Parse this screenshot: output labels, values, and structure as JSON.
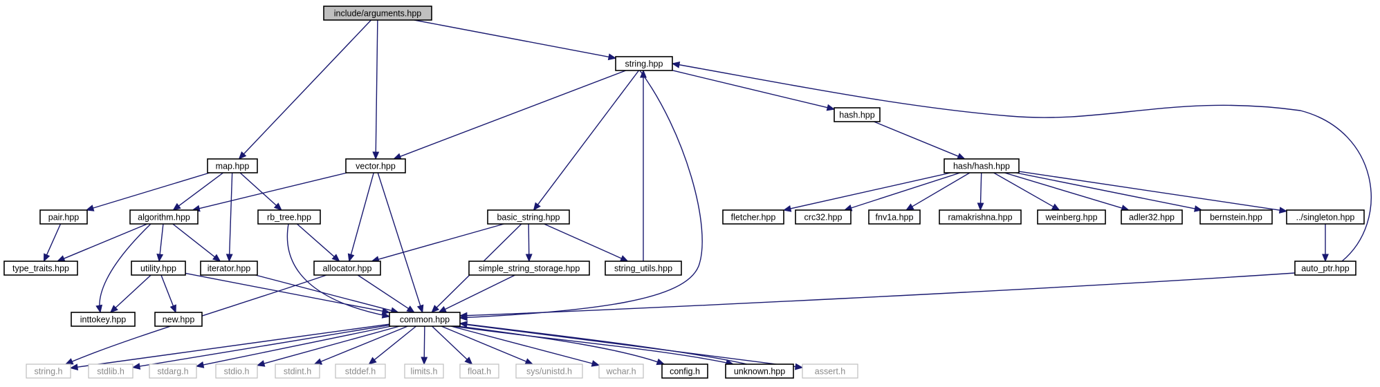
{
  "diagram": {
    "nodes": [
      {
        "id": "root",
        "label": "include/arguments.hpp",
        "kind": "root"
      },
      {
        "id": "string_hpp",
        "label": "string.hpp",
        "kind": "local"
      },
      {
        "id": "hash_hpp",
        "label": "hash.hpp",
        "kind": "local"
      },
      {
        "id": "hashhash",
        "label": "hash/hash.hpp",
        "kind": "local"
      },
      {
        "id": "map_hpp",
        "label": "map.hpp",
        "kind": "local"
      },
      {
        "id": "vector_hpp",
        "label": "vector.hpp",
        "kind": "local"
      },
      {
        "id": "pair_hpp",
        "label": "pair.hpp",
        "kind": "local"
      },
      {
        "id": "algorithm_hpp",
        "label": "algorithm.hpp",
        "kind": "local"
      },
      {
        "id": "rb_tree_hpp",
        "label": "rb_tree.hpp",
        "kind": "local"
      },
      {
        "id": "basic_string_hpp",
        "label": "basic_string.hpp",
        "kind": "local"
      },
      {
        "id": "fletcher_hpp",
        "label": "fletcher.hpp",
        "kind": "local"
      },
      {
        "id": "crc32_hpp",
        "label": "crc32.hpp",
        "kind": "local"
      },
      {
        "id": "fnv1a_hpp",
        "label": "fnv1a.hpp",
        "kind": "local"
      },
      {
        "id": "ramakrishna_hpp",
        "label": "ramakrishna.hpp",
        "kind": "local"
      },
      {
        "id": "weinberg_hpp",
        "label": "weinberg.hpp",
        "kind": "local"
      },
      {
        "id": "adler32_hpp",
        "label": "adler32.hpp",
        "kind": "local"
      },
      {
        "id": "bernstein_hpp",
        "label": "bernstein.hpp",
        "kind": "local"
      },
      {
        "id": "singleton_hpp",
        "label": "../singleton.hpp",
        "kind": "local"
      },
      {
        "id": "type_traits_hpp",
        "label": "type_traits.hpp",
        "kind": "local"
      },
      {
        "id": "utility_hpp",
        "label": "utility.hpp",
        "kind": "local"
      },
      {
        "id": "iterator_hpp",
        "label": "iterator.hpp",
        "kind": "local"
      },
      {
        "id": "allocator_hpp",
        "label": "allocator.hpp",
        "kind": "local"
      },
      {
        "id": "simple_string_storage_hpp",
        "label": "simple_string_storage.hpp",
        "kind": "local"
      },
      {
        "id": "string_utils_hpp",
        "label": "string_utils.hpp",
        "kind": "local"
      },
      {
        "id": "auto_ptr_hpp",
        "label": "auto_ptr.hpp",
        "kind": "local"
      },
      {
        "id": "inttokey_hpp",
        "label": "inttokey.hpp",
        "kind": "local"
      },
      {
        "id": "new_hpp",
        "label": "new.hpp",
        "kind": "local"
      },
      {
        "id": "common_hpp",
        "label": "common.hpp",
        "kind": "local"
      },
      {
        "id": "string_h",
        "label": "string.h",
        "kind": "system"
      },
      {
        "id": "stdlib_h",
        "label": "stdlib.h",
        "kind": "system"
      },
      {
        "id": "stdarg_h",
        "label": "stdarg.h",
        "kind": "system"
      },
      {
        "id": "stdio_h",
        "label": "stdio.h",
        "kind": "system"
      },
      {
        "id": "stdint_h",
        "label": "stdint.h",
        "kind": "system"
      },
      {
        "id": "stddef_h",
        "label": "stddef.h",
        "kind": "system"
      },
      {
        "id": "limits_h",
        "label": "limits.h",
        "kind": "system"
      },
      {
        "id": "float_h",
        "label": "float.h",
        "kind": "system"
      },
      {
        "id": "sys_unistd_h",
        "label": "sys/unistd.h",
        "kind": "system"
      },
      {
        "id": "wchar_h",
        "label": "wchar.h",
        "kind": "system"
      },
      {
        "id": "config_h",
        "label": "config.h",
        "kind": "local"
      },
      {
        "id": "unknown_hpp",
        "label": "unknown.hpp",
        "kind": "local"
      },
      {
        "id": "assert_h",
        "label": "assert.h",
        "kind": "system"
      }
    ],
    "edges": [
      [
        "root",
        "string_hpp"
      ],
      [
        "root",
        "map_hpp"
      ],
      [
        "root",
        "vector_hpp"
      ],
      [
        "string_hpp",
        "vector_hpp"
      ],
      [
        "string_hpp",
        "basic_string_hpp"
      ],
      [
        "string_hpp",
        "common_hpp"
      ],
      [
        "string_hpp",
        "hash_hpp"
      ],
      [
        "hash_hpp",
        "hashhash"
      ],
      [
        "hashhash",
        "fletcher_hpp"
      ],
      [
        "hashhash",
        "crc32_hpp"
      ],
      [
        "hashhash",
        "fnv1a_hpp"
      ],
      [
        "hashhash",
        "ramakrishna_hpp"
      ],
      [
        "hashhash",
        "weinberg_hpp"
      ],
      [
        "hashhash",
        "adler32_hpp"
      ],
      [
        "hashhash",
        "bernstein_hpp"
      ],
      [
        "hashhash",
        "singleton_hpp"
      ],
      [
        "singleton_hpp",
        "auto_ptr_hpp"
      ],
      [
        "auto_ptr_hpp",
        "string_hpp"
      ],
      [
        "auto_ptr_hpp",
        "common_hpp"
      ],
      [
        "map_hpp",
        "pair_hpp"
      ],
      [
        "map_hpp",
        "algorithm_hpp"
      ],
      [
        "map_hpp",
        "rb_tree_hpp"
      ],
      [
        "map_hpp",
        "iterator_hpp"
      ],
      [
        "vector_hpp",
        "algorithm_hpp"
      ],
      [
        "vector_hpp",
        "allocator_hpp"
      ],
      [
        "vector_hpp",
        "common_hpp"
      ],
      [
        "pair_hpp",
        "type_traits_hpp"
      ],
      [
        "algorithm_hpp",
        "type_traits_hpp"
      ],
      [
        "algorithm_hpp",
        "utility_hpp"
      ],
      [
        "algorithm_hpp",
        "iterator_hpp"
      ],
      [
        "algorithm_hpp",
        "inttokey_hpp"
      ],
      [
        "rb_tree_hpp",
        "allocator_hpp"
      ],
      [
        "rb_tree_hpp",
        "common_hpp"
      ],
      [
        "basic_string_hpp",
        "allocator_hpp"
      ],
      [
        "basic_string_hpp",
        "simple_string_storage_hpp"
      ],
      [
        "basic_string_hpp",
        "string_utils_hpp"
      ],
      [
        "basic_string_hpp",
        "common_hpp"
      ],
      [
        "string_utils_hpp",
        "string_hpp"
      ],
      [
        "utility_hpp",
        "inttokey_hpp"
      ],
      [
        "utility_hpp",
        "new_hpp"
      ],
      [
        "utility_hpp",
        "common_hpp"
      ],
      [
        "iterator_hpp",
        "common_hpp"
      ],
      [
        "allocator_hpp",
        "common_hpp"
      ],
      [
        "allocator_hpp",
        "string_h"
      ],
      [
        "simple_string_storage_hpp",
        "common_hpp"
      ],
      [
        "common_hpp",
        "string_h"
      ],
      [
        "common_hpp",
        "stdlib_h"
      ],
      [
        "common_hpp",
        "stdarg_h"
      ],
      [
        "common_hpp",
        "stdio_h"
      ],
      [
        "common_hpp",
        "stdint_h"
      ],
      [
        "common_hpp",
        "stddef_h"
      ],
      [
        "common_hpp",
        "limits_h"
      ],
      [
        "common_hpp",
        "float_h"
      ],
      [
        "common_hpp",
        "sys_unistd_h"
      ],
      [
        "common_hpp",
        "wchar_h"
      ],
      [
        "common_hpp",
        "config_h"
      ],
      [
        "common_hpp",
        "unknown_hpp"
      ],
      [
        "common_hpp",
        "assert_h"
      ],
      [
        "unknown_hpp",
        "common_hpp"
      ]
    ],
    "colors": {
      "edge": "#191970",
      "box_border": "#000000",
      "system_box_border": "#bfbfbf",
      "system_text": "#8a8a8a",
      "root_fill": "#bfbfbf",
      "background": "#ffffff"
    }
  }
}
